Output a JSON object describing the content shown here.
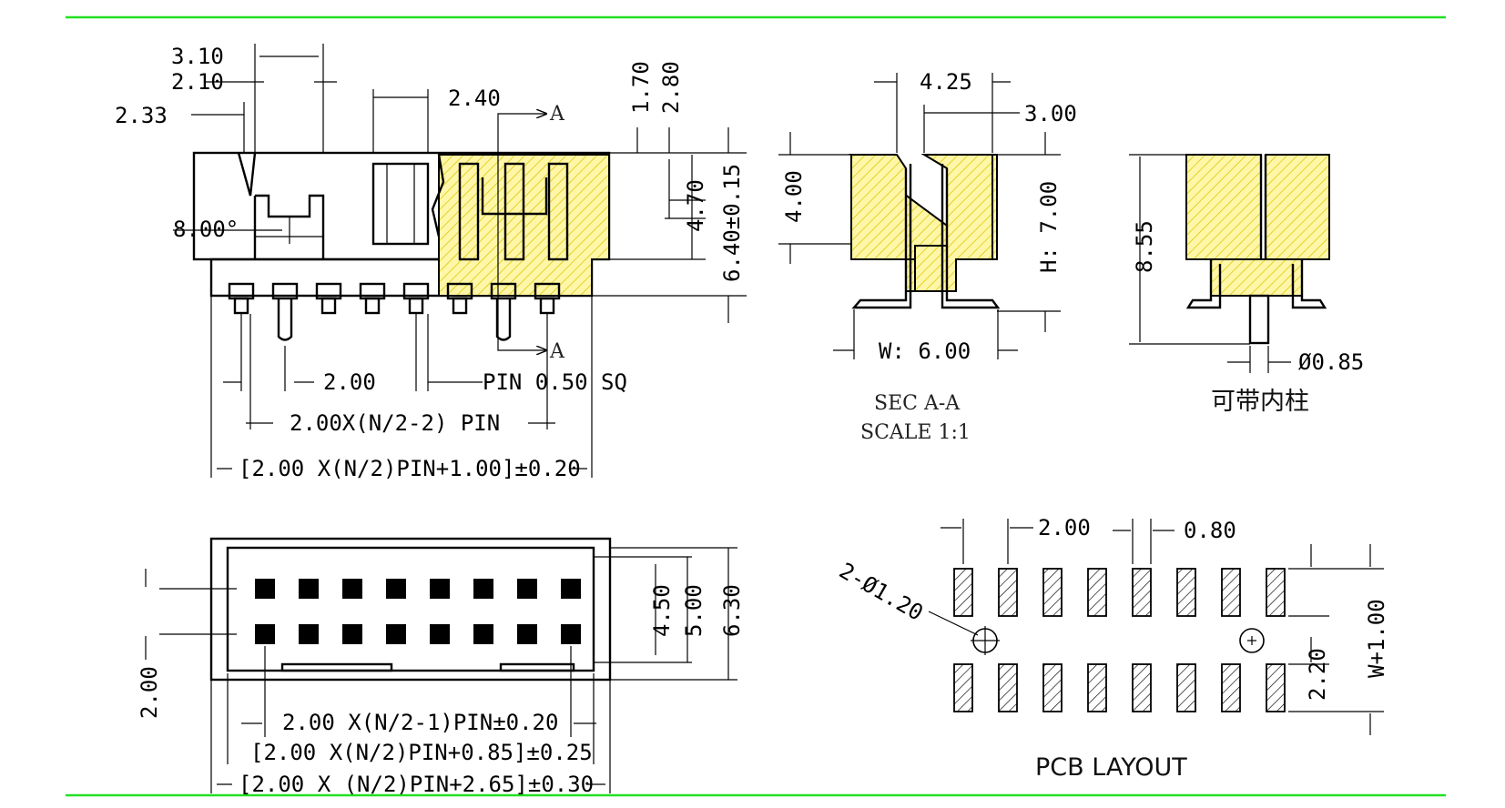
{
  "colors": {
    "border_line": "#22e022",
    "section_fill": "#fff6a8",
    "ink": "#000000"
  },
  "side_view": {
    "dims": [
      "3.10",
      "2.10",
      "2.33",
      "2.40",
      "8.00°",
      "1.70",
      "2.80",
      "4.70",
      "6.40±0.15"
    ],
    "section_marker": "A",
    "pitch": "2.00",
    "pin_note": "PIN 0.50 SQ",
    "pin_span": "2.00X(N/2-2) PIN",
    "overall_length": "[2.00 X(N/2)PIN+1.00]±0.20"
  },
  "section_view": {
    "dims": [
      "4.25",
      "3.00",
      "4.00",
      "H: 7.00",
      "W: 6.00"
    ],
    "title": "SEC A-A",
    "scale": "SCALE 1:1"
  },
  "post_view": {
    "dims": [
      "8.55",
      "Ø0.85"
    ],
    "caption": "可带内柱"
  },
  "top_view": {
    "dims_right": [
      "4.50",
      "5.00",
      "6.30"
    ],
    "dim_left": "2.00",
    "span1": "2.00 X(N/2-1)PIN±0.20",
    "span2": "[2.00 X(N/2)PIN+0.85]±0.25",
    "span3": "[2.00 X (N/2)PIN+2.65]±0.30"
  },
  "pcb_layout": {
    "dims": [
      "2.00",
      "0.80",
      "2-Ø1.20",
      "2.20",
      "W+1.00"
    ],
    "title": "PCB LAYOUT"
  }
}
